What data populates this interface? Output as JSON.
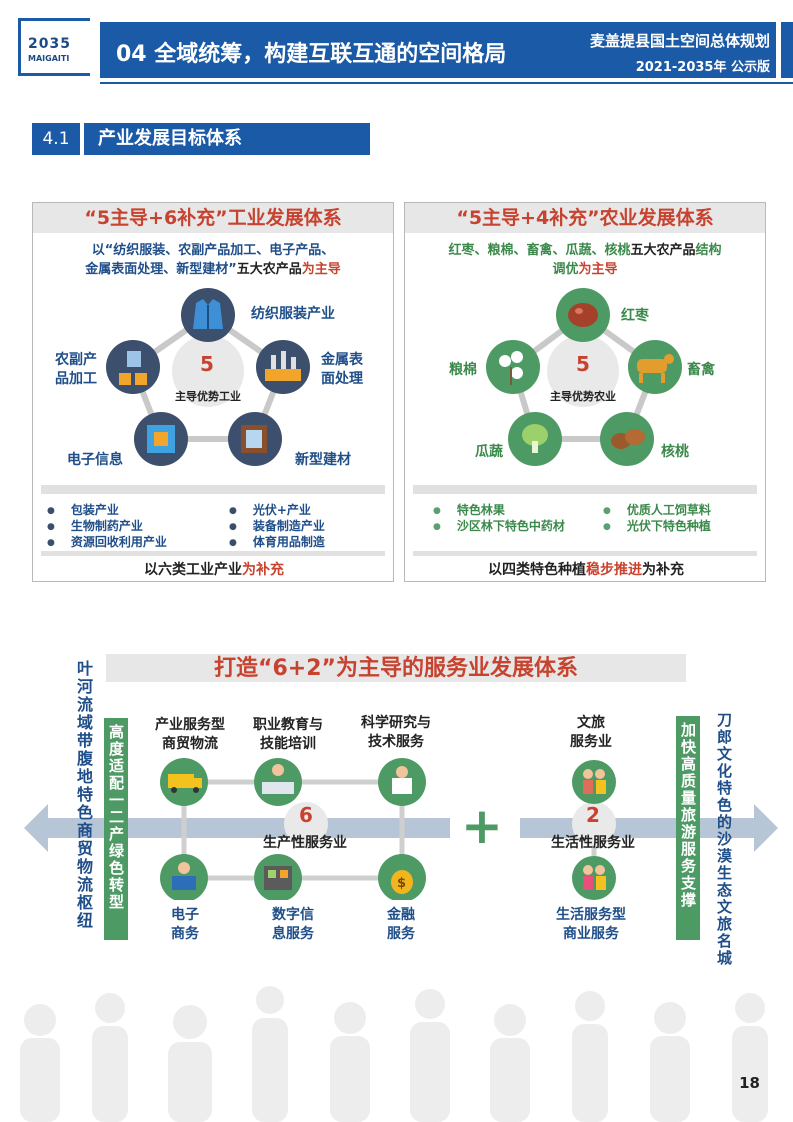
{
  "header": {
    "logo_year": "2035",
    "logo_sub": "MAIGAITI",
    "title": "04  全域统筹，构建互联互通的空间格局",
    "plan_name": "麦盖提县国土空间总体规划",
    "plan_period": "2021-2035年  公示版"
  },
  "section": {
    "number": "4.1",
    "title": "产业发展目标体系"
  },
  "industry": {
    "title": "“5主导+6补充”工业发展体系",
    "intro_line1": "以“纺织服装、农副产品加工、电子产品、",
    "intro_line2a": "金属表面处理、新型建材”",
    "intro_line2b": "五大农产品",
    "intro_line2c": "为主导",
    "center_number": "5",
    "center_label": "主导优势工业",
    "nodes": {
      "textile": "纺织服装产业",
      "metal_line1": "金属表",
      "metal_line2": "面处理",
      "building": "新型建材",
      "electronic": "电子信息",
      "agri_line1": "农副产",
      "agri_line2": "品加工"
    },
    "supplements": [
      "包装产业",
      "生物制药产业",
      "资源回收利用产业",
      "光伏+产业",
      "装备制造产业",
      "体育用品制造"
    ],
    "footer_a": "以六类工业产业",
    "footer_b": "为补充"
  },
  "agriculture": {
    "title": "“5主导+4补充”农业发展体系",
    "intro_line1a": "红枣、粮棉、畜禽、瓜蔬、核桃",
    "intro_line1b": "五大农产品",
    "intro_line1c": "结构",
    "intro_line2a": "调优",
    "intro_line2b": "为主导",
    "center_number": "5",
    "center_label": "主导优势农业",
    "nodes": {
      "jujube": "红枣",
      "livestock": "畜禽",
      "walnut": "核桃",
      "melon": "瓜蔬",
      "grain": "粮棉"
    },
    "supplements": [
      "特色林果",
      "沙区林下特色中药材",
      "优质人工饲草料",
      "光伏下特色种植"
    ],
    "footer_a": "以四类特色种植",
    "footer_b": "稳步推进",
    "footer_c": "为补充"
  },
  "services": {
    "title": "打造“6+2”为主导的服务业发展体系",
    "left_banner": "叶河流域带腹地特色商贸物流枢纽",
    "left_green": "高度适配一二产绿色转型",
    "right_green": "加快高质量旅游服务支撑",
    "right_banner": "刀郎文化特色的沙漠生态文旅名城",
    "producer": {
      "number": "6",
      "label": "生产性服务业",
      "top": [
        {
          "line1": "产业服务型",
          "line2": "商贸物流"
        },
        {
          "line1": "职业教育与",
          "line2": "技能培训"
        },
        {
          "line1": "科学研究与",
          "line2": "技术服务"
        }
      ],
      "bottom": [
        {
          "line1": "电子",
          "line2": "商务"
        },
        {
          "line1": "数字信",
          "line2": "息服务"
        },
        {
          "line1": "金融",
          "line2": "服务"
        }
      ]
    },
    "plus": "+",
    "life": {
      "number": "2",
      "label": "生活性服务业",
      "top": {
        "line1": "文旅",
        "line2": "服务业"
      },
      "bottom": {
        "line1": "生活服务型",
        "line2": "商业服务"
      }
    }
  },
  "page_number": "18"
}
